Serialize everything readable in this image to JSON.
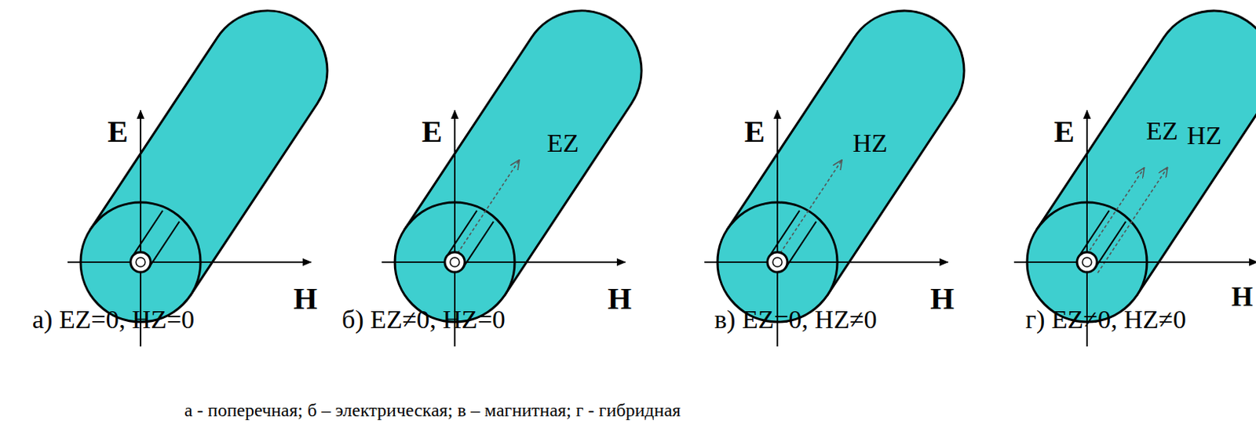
{
  "diagram": {
    "caption": "а - поперечная; б – электрическая; в – магнитная; г - гибридная",
    "labels": [
      "E",
      "H",
      "а) EZ=0, HZ=0",
      "E",
      "H",
      "EZ",
      "б) EZ≠0, HZ=0",
      "E",
      "H",
      "HZ",
      "в) EZ=0, HZ≠0",
      "E",
      "H",
      "EZ",
      "HZ",
      "г) EZ≠0, HZ≠0"
    ]
  }
}
